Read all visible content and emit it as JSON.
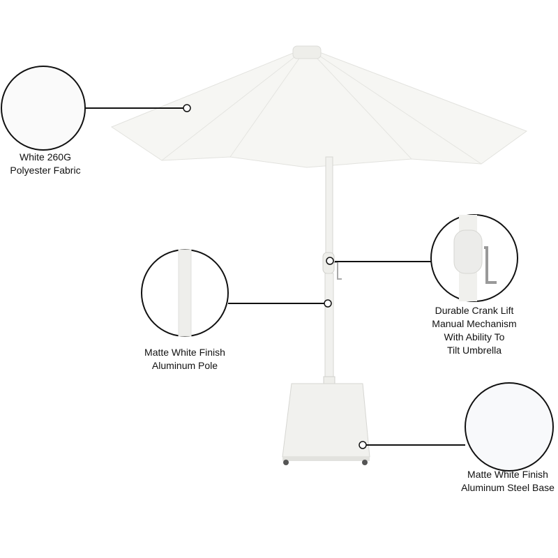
{
  "callouts": {
    "fabric": {
      "line1": "White 260G",
      "line2": "Polyester Fabric"
    },
    "pole": {
      "line1": "Matte White Finish",
      "line2": "Aluminum Pole"
    },
    "crank": {
      "line1": "Durable Crank Lift",
      "line2": "Manual Mechanism",
      "line3": "With Ability To",
      "line4": "Tilt Umbrella"
    },
    "base": {
      "line1": "Matte White Finish",
      "line2": "Aluminum Steel Base"
    }
  },
  "colors": {
    "line": "#111111",
    "product": "#f4f4f2",
    "shade": "#dcdcd8"
  }
}
